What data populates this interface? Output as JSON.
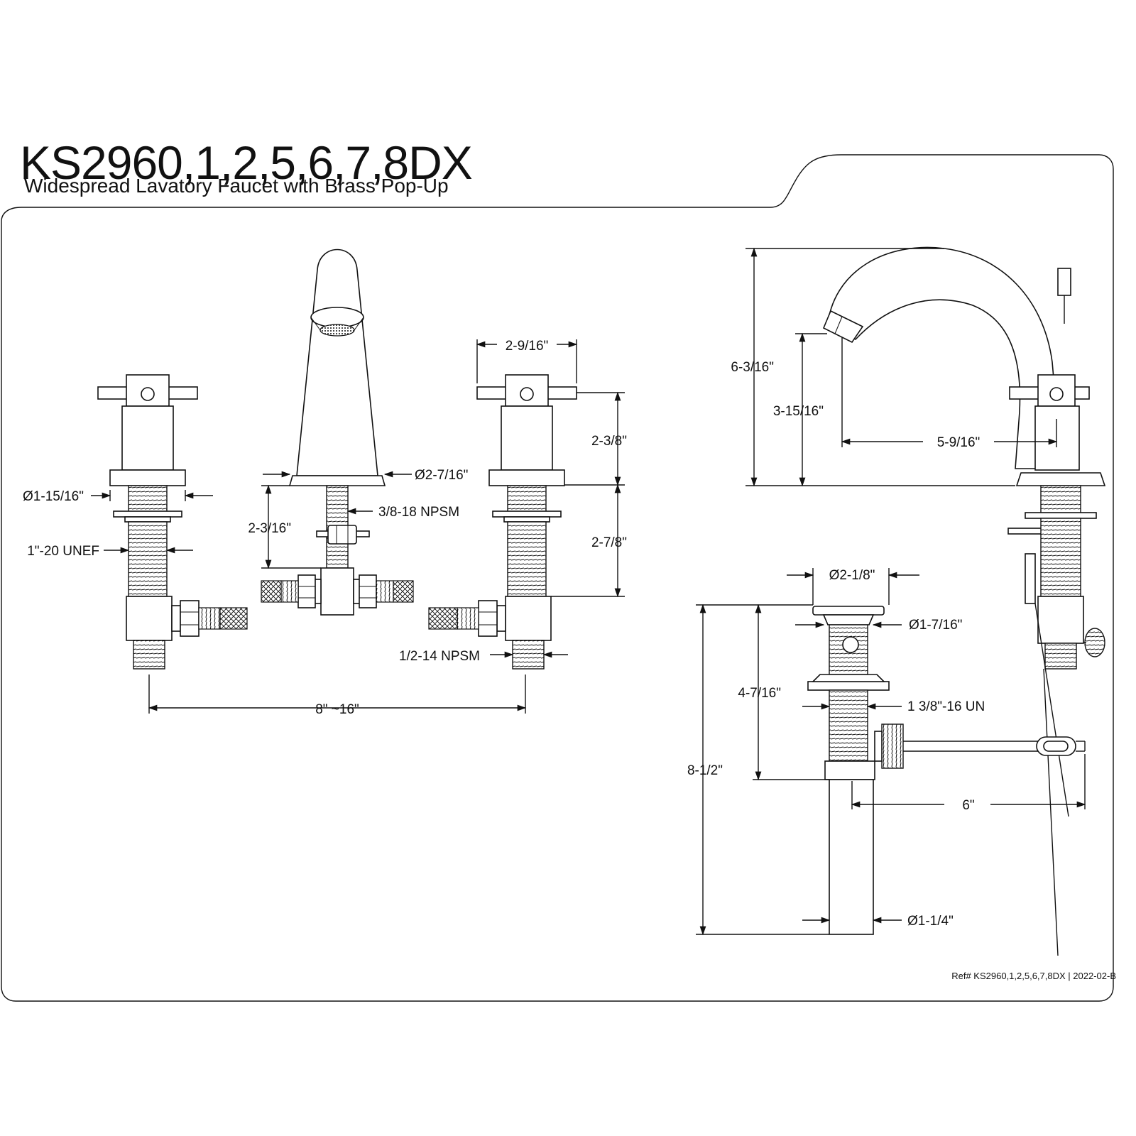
{
  "header": {
    "title": "KS2960,1,2,5,6,7,8DX",
    "subtitle": "Widespread Lavatory Faucet with Brass Pop-Up"
  },
  "footer": {
    "ref": "Ref# KS2960,1,2,5,6,7,8DX | 2022-02-B"
  },
  "dimensions": {
    "handle_width": "2-9/16\"",
    "handle_height": "2-3/8\"",
    "escutcheon_diameter": "Ø1-15/16\"",
    "handle_shank_thread": "1\"-20 UNEF",
    "spout_base_diameter": "Ø2-7/16\"",
    "spout_shank_thread": "3/8-18 NPSM",
    "spout_shank_length": "2-3/16\"",
    "handle_shank_length": "2-7/8\"",
    "inlet_thread": "1/2-14 NPSM",
    "spread": "8\" ~16\"",
    "overall_height": "6-3/16\"",
    "spout_height": "3-15/16\"",
    "spout_reach": "5-9/16\"",
    "drain_flange_diameter": "Ø2-1/8\"",
    "drain_stopper_diameter": "Ø1-7/16\"",
    "drain_body_height": "4-7/16\"",
    "drain_thread": "1 3/8\"-16 UN",
    "drain_total_height": "8-1/2\"",
    "pivot_rod_length": "6\"",
    "tailpiece_diameter": "Ø1-1/4\""
  }
}
